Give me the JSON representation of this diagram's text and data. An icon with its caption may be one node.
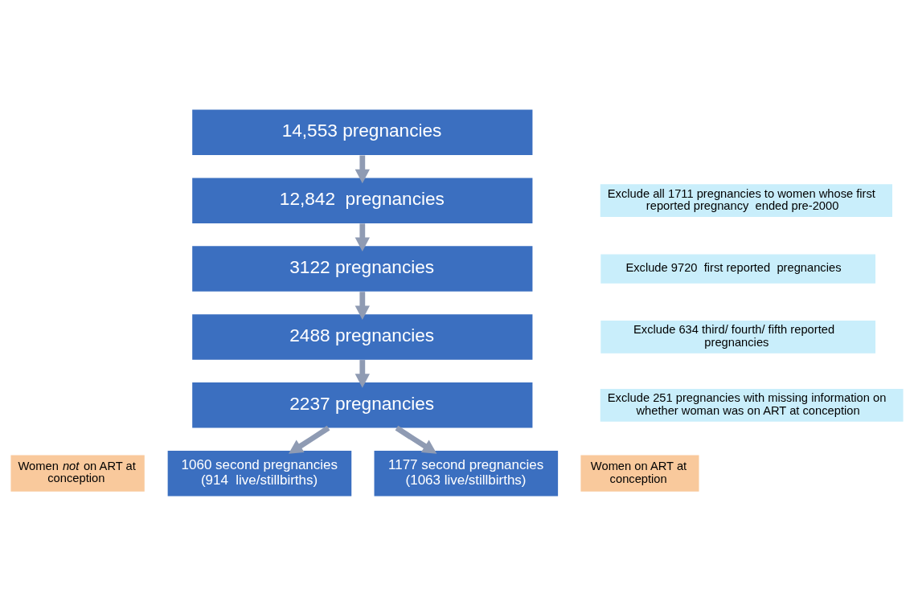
{
  "diagram": {
    "nodes": [
      {
        "text": [
          "14,553 pregnancies"
        ]
      },
      {
        "text": [
          "12,842  pregnancies"
        ]
      },
      {
        "text": [
          "3122 pregnancies"
        ]
      },
      {
        "text": [
          "2488 pregnancies"
        ]
      },
      {
        "text": [
          "2237 pregnancies"
        ]
      },
      {
        "text": [
          "Exclude all 1711 pregnancies to women whose first reported pregnancy  ended pre-2000"
        ]
      },
      {
        "text": [
          "Exclude 9720  first reported  pregnancies"
        ]
      },
      {
        "text": [
          "Exclude 634 third/ fourth/ fifth reported pregnancies"
        ]
      },
      {
        "text": [
          "Exclude 251 pregnancies with missing information on whether woman was on ART at conception"
        ]
      },
      {
        "text": [
          "Women *not* on ART at conception"
        ]
      },
      {
        "text": [
          "Women on ART at conception"
        ]
      },
      {
        "text": [
          "1060 second pregnancies (914  live/stillbirths)"
        ]
      },
      {
        "text": [
          "1177 second pregnancies (1063 live/stillbirths)"
        ]
      }
    ],
    "edges": [
      {
        "from": 0,
        "to": 1,
        "arrow": "to"
      },
      {
        "from": 1,
        "to": 2,
        "arrow": "to"
      },
      {
        "from": 2,
        "to": 3,
        "arrow": "to"
      },
      {
        "from": 3,
        "to": 4,
        "arrow": "to"
      },
      {
        "from": 4,
        "to": 11,
        "arrow": "to"
      },
      {
        "from": 4,
        "to": 12,
        "arrow": "to"
      }
    ]
  }
}
